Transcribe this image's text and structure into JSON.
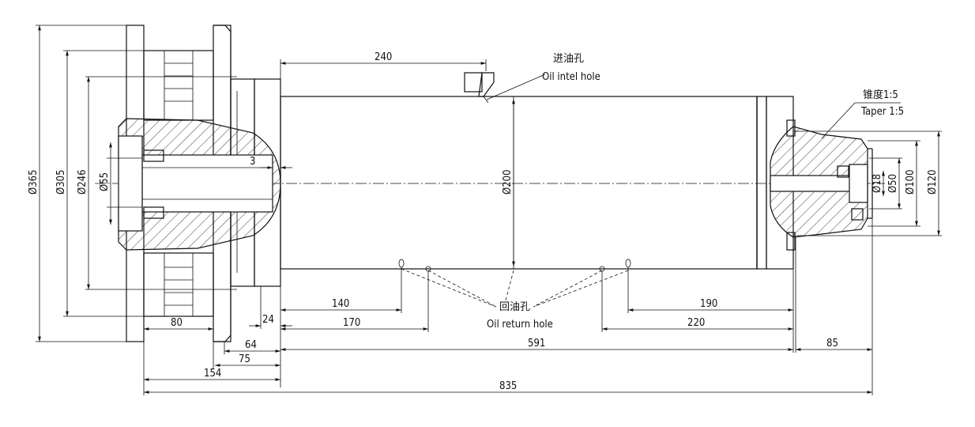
{
  "labels": {
    "oil_inlet_cn": "进油孔",
    "oil_inlet_en": "Oil intel hole",
    "oil_return_cn": "回油孔",
    "oil_return_en": "Oil return hole",
    "taper_cn": "锥度1:5",
    "taper_en": "Taper 1:5"
  },
  "dimensions": {
    "d365": "Ø365",
    "d305": "Ø305",
    "d246": "Ø246",
    "d55": "Ø55",
    "d200": "Ø200",
    "d18": "Ø18",
    "d50": "Ø50",
    "d100": "Ø100",
    "d120": "Ø120",
    "l240": "240",
    "l3": "3",
    "l140": "140",
    "l170": "170",
    "l190": "190",
    "l220": "220",
    "l80": "80",
    "l24": "24",
    "l64": "64",
    "l75": "75",
    "l154": "154",
    "l591": "591",
    "l85": "85",
    "l835": "835"
  }
}
